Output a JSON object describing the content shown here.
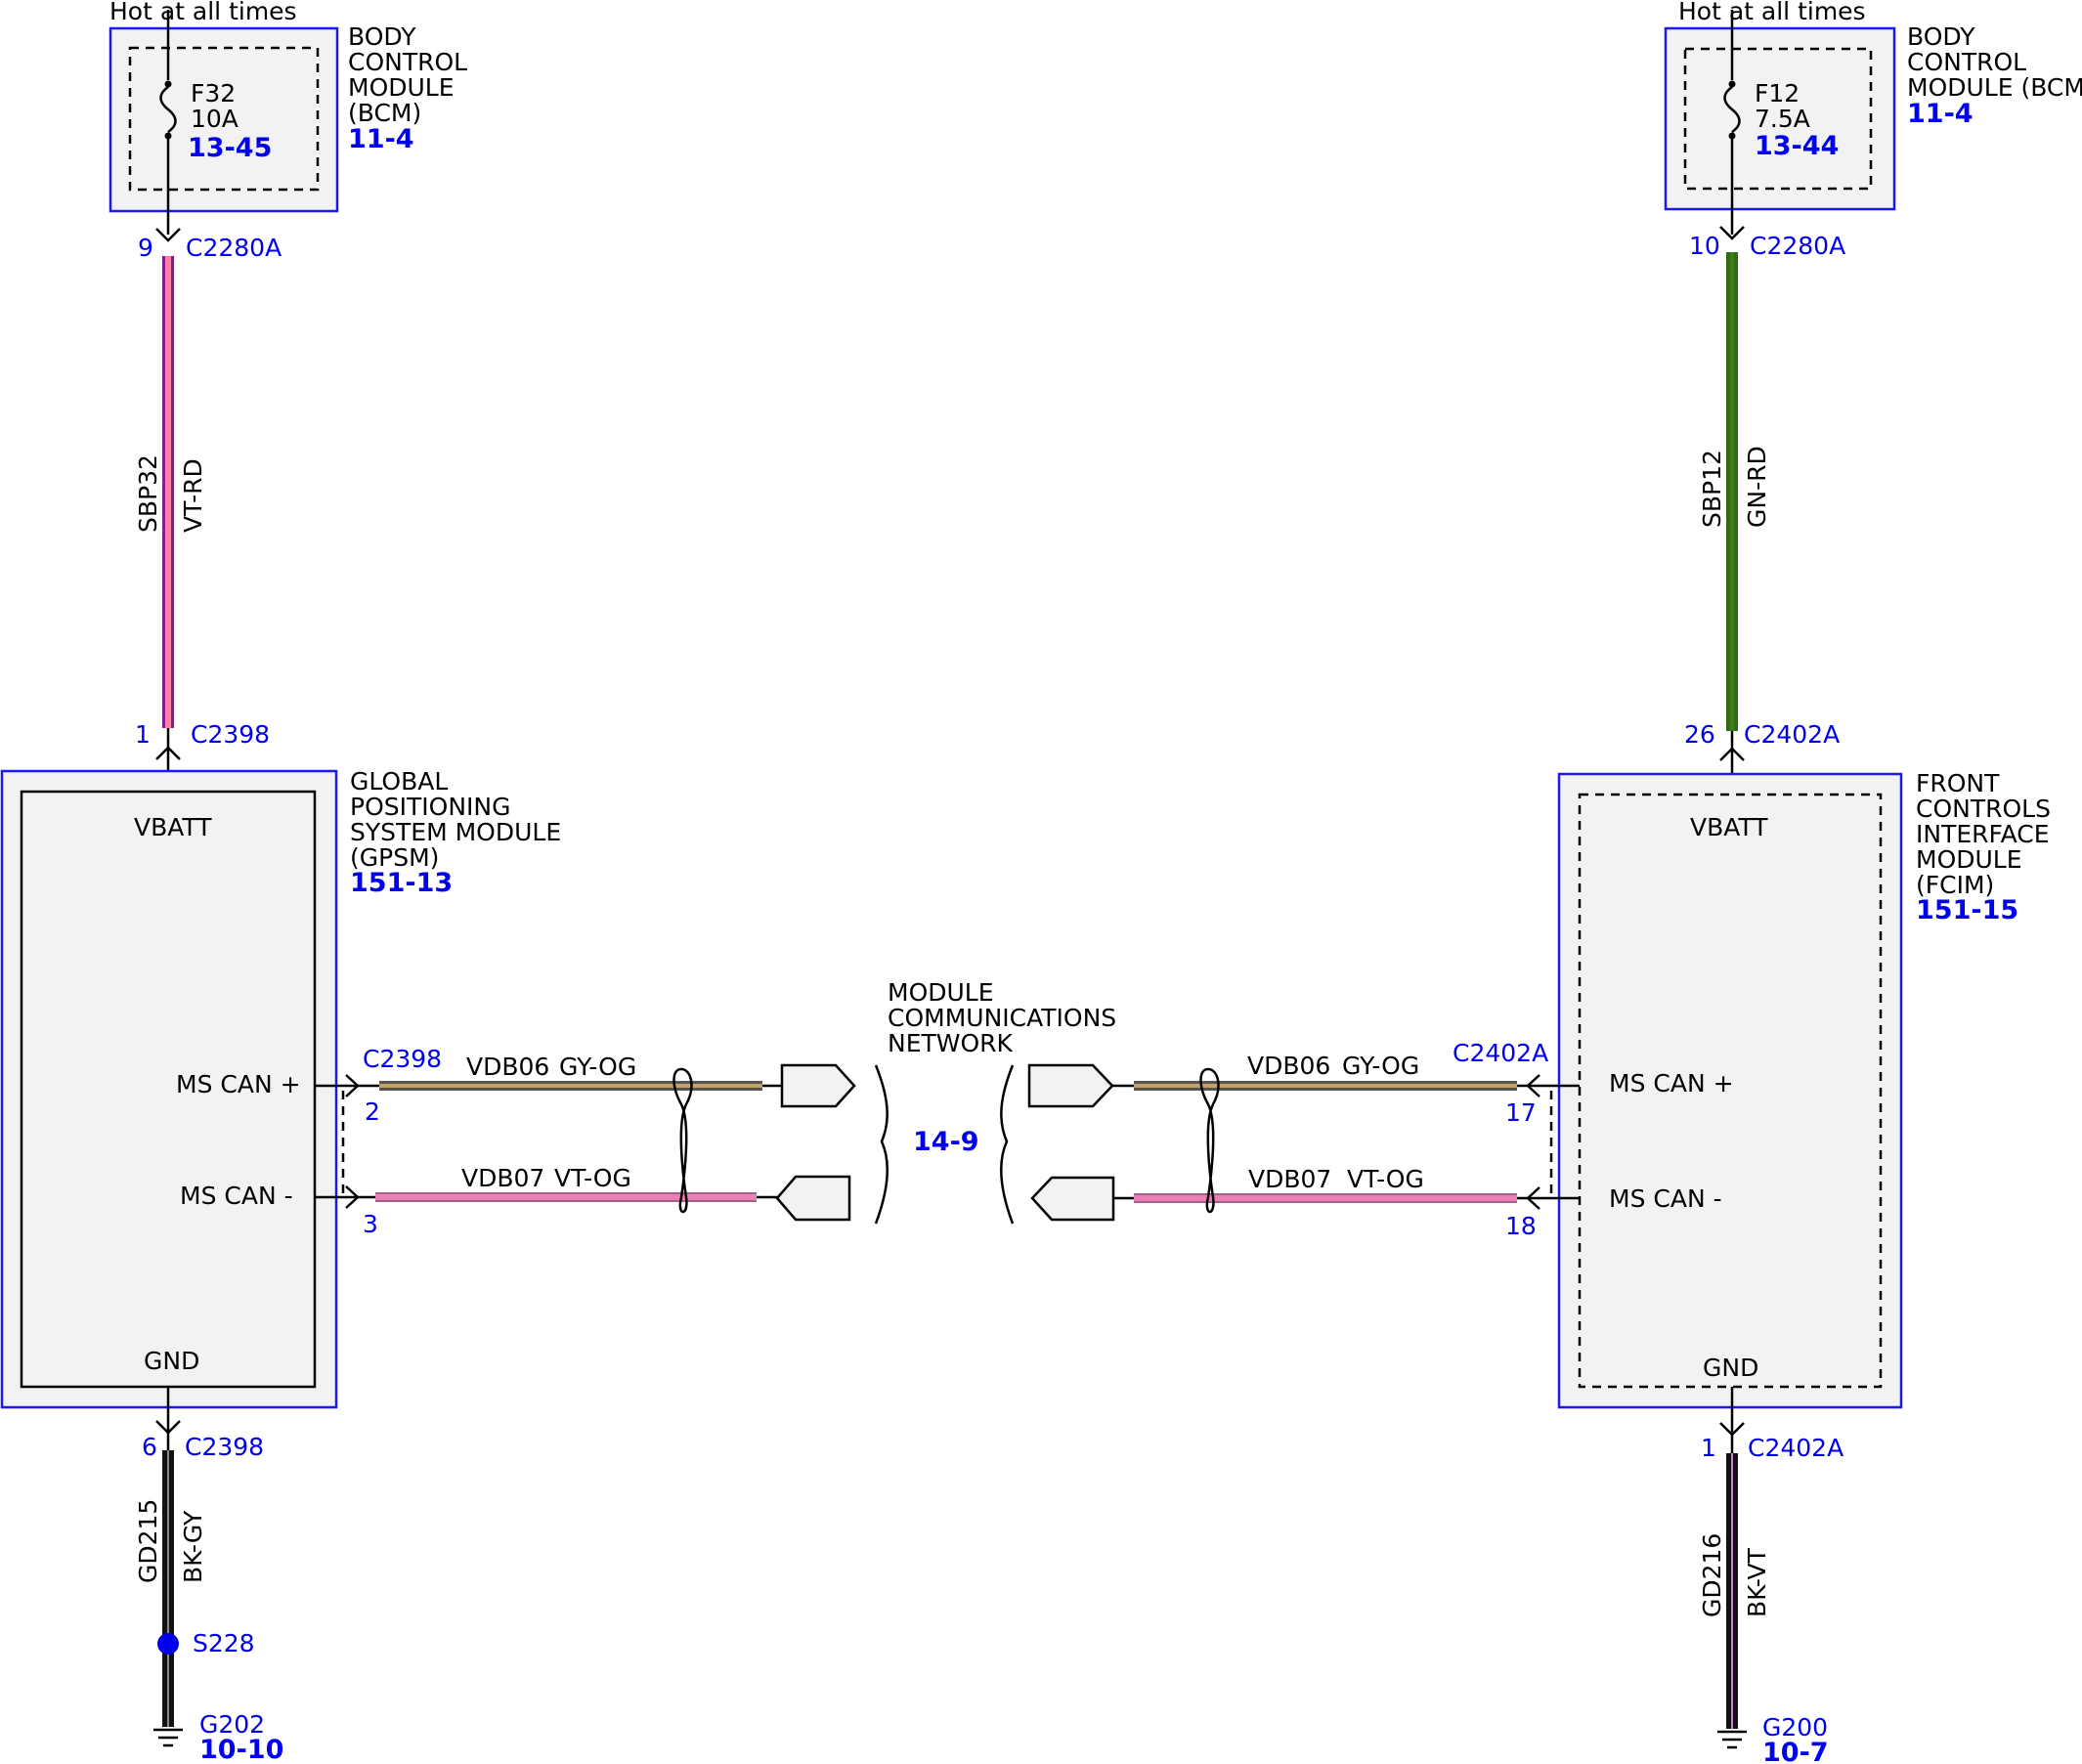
{
  "left": {
    "power_source": "Hot at all times",
    "bcm": {
      "name_lines": [
        "BODY",
        "CONTROL",
        "MODULE",
        "(BCM)"
      ],
      "ref": "11-4",
      "fuse_id": "F32",
      "fuse_rating": "10A",
      "fuse_ref": "13-45"
    },
    "bcm_connector": {
      "pin": "9",
      "id": "C2280A"
    },
    "power_wire": {
      "circuit": "SBP32",
      "color": "VT-RD",
      "stripe_colors": [
        "#8b1a8b",
        "#ff7fa8"
      ]
    },
    "module_connector": {
      "pin": "1",
      "id": "C2398"
    },
    "module": {
      "name_lines": [
        "GLOBAL",
        "POSITIONING",
        "SYSTEM MODULE",
        "(GPSM)"
      ],
      "ref": "151-13",
      "vbatt": "VBATT",
      "can_plus": "MS CAN +",
      "can_minus": "MS CAN -",
      "gnd": "GND"
    },
    "can_connector": "C2398",
    "can_plus_wire": {
      "pin": "2",
      "circuit": "VDB06",
      "color": "GY-OG"
    },
    "can_minus_wire": {
      "pin": "3",
      "circuit": "VDB07",
      "color": "VT-OG"
    },
    "gnd_connector": {
      "pin": "6",
      "id": "C2398"
    },
    "gnd_wire": {
      "circuit": "GD215",
      "color": "BK-GY"
    },
    "splice": "S228",
    "ground": {
      "id": "G202",
      "ref": "10-10"
    }
  },
  "center": {
    "network_lines": [
      "MODULE",
      "COMMUNICATIONS",
      "NETWORK"
    ],
    "ref": "14-9"
  },
  "right": {
    "power_source": "Hot at all times",
    "bcm": {
      "name_lines": [
        "BODY",
        "CONTROL",
        "MODULE (BCM)"
      ],
      "ref": "11-4",
      "fuse_id": "F12",
      "fuse_rating": "7.5A",
      "fuse_ref": "13-44"
    },
    "bcm_connector": {
      "pin": "10",
      "id": "C2280A"
    },
    "power_wire": {
      "circuit": "SBP12",
      "color": "GN-RD",
      "stripe_colors": [
        "#2e6b12",
        "#3f7d1a"
      ]
    },
    "module_connector": {
      "pin": "26",
      "id": "C2402A"
    },
    "module": {
      "name_lines": [
        "FRONT",
        "CONTROLS",
        "INTERFACE",
        "MODULE",
        "(FCIM)"
      ],
      "ref": "151-15",
      "vbatt": "VBATT",
      "can_plus": "MS CAN +",
      "can_minus": "MS CAN -",
      "gnd": "GND"
    },
    "can_connector": "C2402A",
    "can_plus_wire": {
      "pin": "17",
      "circuit": "VDB06",
      "color": "GY-OG"
    },
    "can_minus_wire": {
      "pin": "18",
      "circuit": "VDB07",
      "color": "VT-OG"
    },
    "gnd_connector": {
      "pin": "1",
      "id": "C2402A"
    },
    "gnd_wire": {
      "circuit": "GD216",
      "color": "BK-VT"
    },
    "ground": {
      "id": "G200",
      "ref": "10-7"
    }
  },
  "colors": {
    "accent_blue": "#0000ee",
    "box_border": "#1a1aee",
    "box_fill": "#f2f2f2",
    "can_plus_stripe": "#c8a060",
    "can_minus_stripe": "#ee7fb5"
  }
}
